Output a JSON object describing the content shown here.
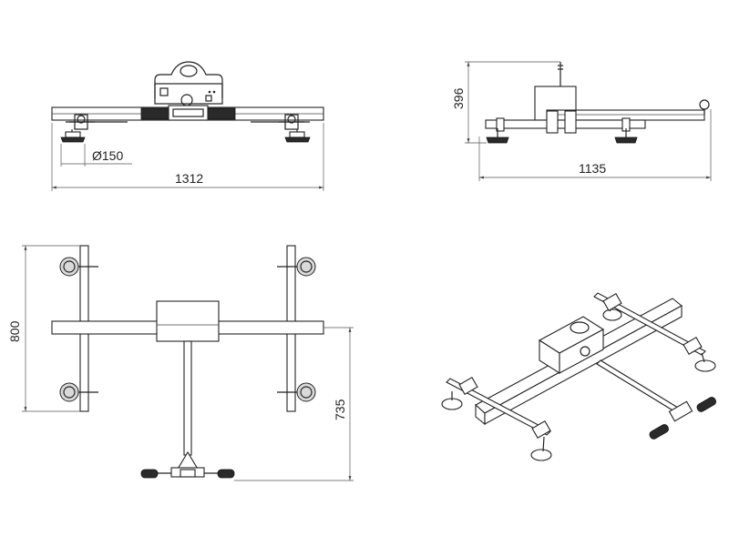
{
  "dimensions": {
    "front_width": "1312",
    "pad_diameter": "Ø150",
    "side_height": "396",
    "side_length": "1135",
    "top_depth": "800",
    "top_arm_length": "735"
  },
  "colors": {
    "line": "#222222",
    "dark_part": "#2a2a2a",
    "fill": "#ffffff"
  }
}
